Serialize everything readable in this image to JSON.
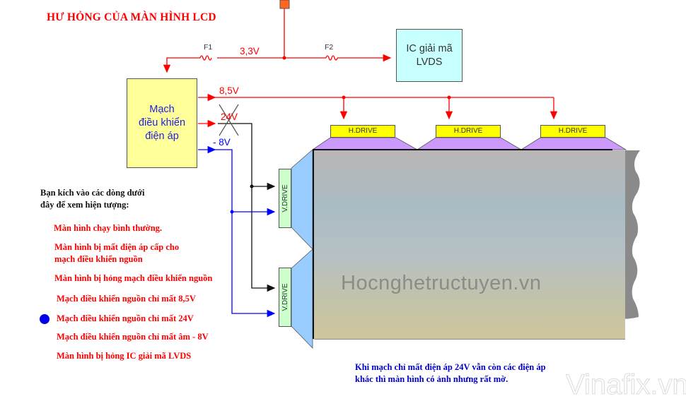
{
  "title": "HƯ HỎNG CỦA MÀN HÌNH LCD",
  "diagram": {
    "fuses": [
      {
        "label": "F1"
      },
      {
        "label": "F2"
      }
    ],
    "rail_3v3": "3,3V",
    "control_block": {
      "line1": "Mạch",
      "line2": "điều khiển",
      "line3": "điện áp"
    },
    "ic_block": {
      "line1": "IC giải mã",
      "line2": "LVDS"
    },
    "outputs": [
      {
        "label": "8,5V",
        "color": "#ff0000",
        "status": "ok"
      },
      {
        "label": "24V",
        "color": "#ff0000",
        "status": "failed"
      },
      {
        "label": "- 8V",
        "color": "#0000ff",
        "status": "ok"
      }
    ],
    "h_drives": [
      {
        "label": "H.DRIVE"
      },
      {
        "label": "H.DRIVE"
      },
      {
        "label": "H.DRIVE"
      }
    ],
    "v_drives": [
      {
        "label": "V.DRIVE"
      },
      {
        "label": "V.DRIVE"
      }
    ],
    "screen_watermark": "Hocnghetructuyen.vn"
  },
  "instructions": {
    "line1": "Bạn kích vào các dòng dưới",
    "line2": "đây để xem hiện tượng:"
  },
  "menu": {
    "items": [
      {
        "label": "Màn hình chạy bình thường."
      },
      {
        "label_line1": "Màn hình bị mất điện áp cấp cho",
        "label_line2": "mạch điều khiển nguồn"
      },
      {
        "label": "Màn hình bị hỏng mạch điều khiển nguồn"
      },
      {
        "label": "Mạch điều khiển nguồn chỉ mất 8,5V"
      },
      {
        "label": "Mạch điều khiển nguồn chỉ mất 24V",
        "selected": true
      },
      {
        "label": "Mạch điều khiển nguồn chỉ mất âm - 8V"
      },
      {
        "label": "Màn hình bị hỏng IC giải mã LVDS"
      }
    ],
    "selected_index": 4
  },
  "caption": {
    "line1": "Khi mạch chỉ mất điện áp 24V vẫn còn các điện áp",
    "line2": "khác thì màn hình có ảnh nhưng rất mờ."
  },
  "watermark": "Vinafix.vn",
  "colors": {
    "title": "#ff0000",
    "menu_text": "#ff0000",
    "caption_text": "#0000cc",
    "bullet": "#0000ee",
    "control_block_fill": "#ffff99",
    "ic_block_fill": "#c8ffff",
    "h_drive_fill": "#ffff00",
    "v_drive_fill": "#ccffcc"
  }
}
